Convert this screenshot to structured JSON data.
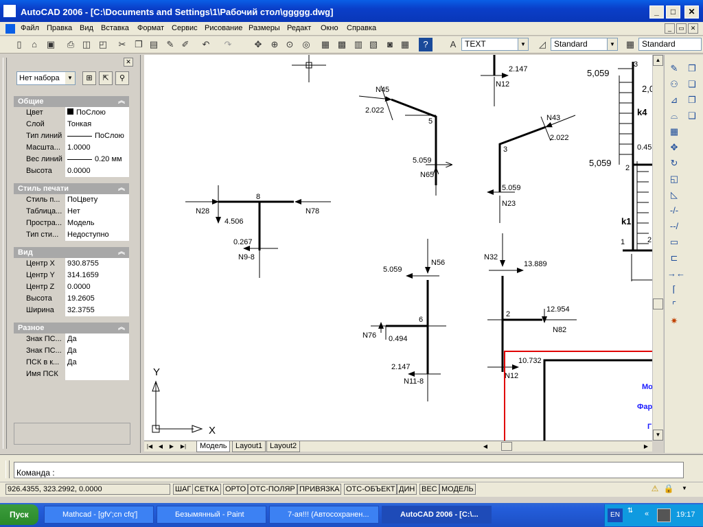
{
  "window": {
    "title": "AutoCAD 2006 - [C:\\Documents and Settings\\1\\Рабочий стол\\ggggg.dwg]"
  },
  "menu": [
    "Файл",
    "Правка",
    "Вид",
    "Вставка",
    "Формат",
    "Сервис",
    "Рисование",
    "Размеры",
    "Редакт",
    "Окно",
    "Справка"
  ],
  "toolbar": {
    "text_style": "TEXT",
    "dim_style": "Standard",
    "table_style": "Standard"
  },
  "properties": {
    "selection": "Нет набора",
    "sections": {
      "general": {
        "title": "Общие",
        "rows": [
          {
            "k": "Цвет",
            "v": "ПоСлою"
          },
          {
            "k": "Слой",
            "v": "Тонкая"
          },
          {
            "k": "Тип линий",
            "v": "ПоСлою"
          },
          {
            "k": "Масшта...",
            "v": "1.0000"
          },
          {
            "k": "Вес линий",
            "v": "0.20 мм"
          },
          {
            "k": "Высота",
            "v": "0.0000"
          }
        ]
      },
      "plot": {
        "title": "Стиль печати",
        "rows": [
          {
            "k": "Стиль п...",
            "v": "ПоЦвету"
          },
          {
            "k": "Таблица...",
            "v": "Нет"
          },
          {
            "k": "Простра...",
            "v": "Модель"
          },
          {
            "k": "Тип сти...",
            "v": "Недоступно"
          }
        ]
      },
      "view": {
        "title": "Вид",
        "rows": [
          {
            "k": "Центр X",
            "v": "930.8755"
          },
          {
            "k": "Центр Y",
            "v": "314.1659"
          },
          {
            "k": "Центр Z",
            "v": "0.0000"
          },
          {
            "k": "Высота",
            "v": "19.2605"
          },
          {
            "k": "Ширина",
            "v": "32.3755"
          }
        ]
      },
      "misc": {
        "title": "Разное",
        "rows": [
          {
            "k": "Знак ПС...",
            "v": "Да"
          },
          {
            "k": "Знак ПС...",
            "v": "Да"
          },
          {
            "k": "ПСК в к...",
            "v": "Да"
          },
          {
            "k": "Имя ПСК",
            "v": ""
          }
        ]
      }
    }
  },
  "drawing": {
    "labels": {
      "n45": "N45",
      "v2022a": "2.022",
      "node5": "5",
      "v5059a": "5.059",
      "n65": "N65",
      "v2147a": "2.147",
      "n12a": "N12",
      "n43": "N43",
      "v2022b": "2.022",
      "node3": "3",
      "v5059b": "5.059",
      "n23": "N23",
      "n28": "N28",
      "node8": "8",
      "n78": "N78",
      "v4506": "4.506",
      "v0267": "0.267",
      "n98": "N9-8",
      "n56": "N56",
      "v5059c": "5.059",
      "node6": "6",
      "n76": "N76",
      "v0494": "0.494",
      "v2147b": "2.147",
      "n118": "N11-8",
      "n32": "N32",
      "v13889": "13.889",
      "node2": "2",
      "v12954": "12.954",
      "n82": "N82",
      "v10732": "10.732",
      "n12b": "N12",
      "r5059a": "5,059",
      "r5059b": "5,059",
      "r3": "3",
      "r20": "2,0",
      "rk4": "k4",
      "r045": "0.45",
      "r2": "2",
      "rk1": "k1",
      "r1": "1",
      "r2b": "2",
      "ucs_y": "Y",
      "ucs_x": "X",
      "blue1": "Mo",
      "blue2": "Фар",
      "blue3": "Г"
    }
  },
  "tabs": [
    "Модель",
    "Layout1",
    "Layout2"
  ],
  "command": {
    "prompt": "Команда :"
  },
  "status": {
    "coords": "926.4355, 323.2992, 0.0000",
    "buttons": [
      "ШАГ",
      "СЕТКА",
      "ОРТО",
      "ОТС-ПОЛЯР",
      "ПРИВЯЗКА",
      "ОТС-ОБЪЕКТ",
      "ДИН",
      "ВЕС",
      "МОДЕЛЬ"
    ]
  },
  "taskbar": {
    "start": "Пуск",
    "tasks": [
      "Mathcad - [gfv';cn cfq']",
      "Безымянный - Paint",
      "7-ая!!! (Автосохранен...",
      "AutoCAD 2006 - [C:\\..."
    ],
    "lang": "EN",
    "clock": "19:17"
  }
}
